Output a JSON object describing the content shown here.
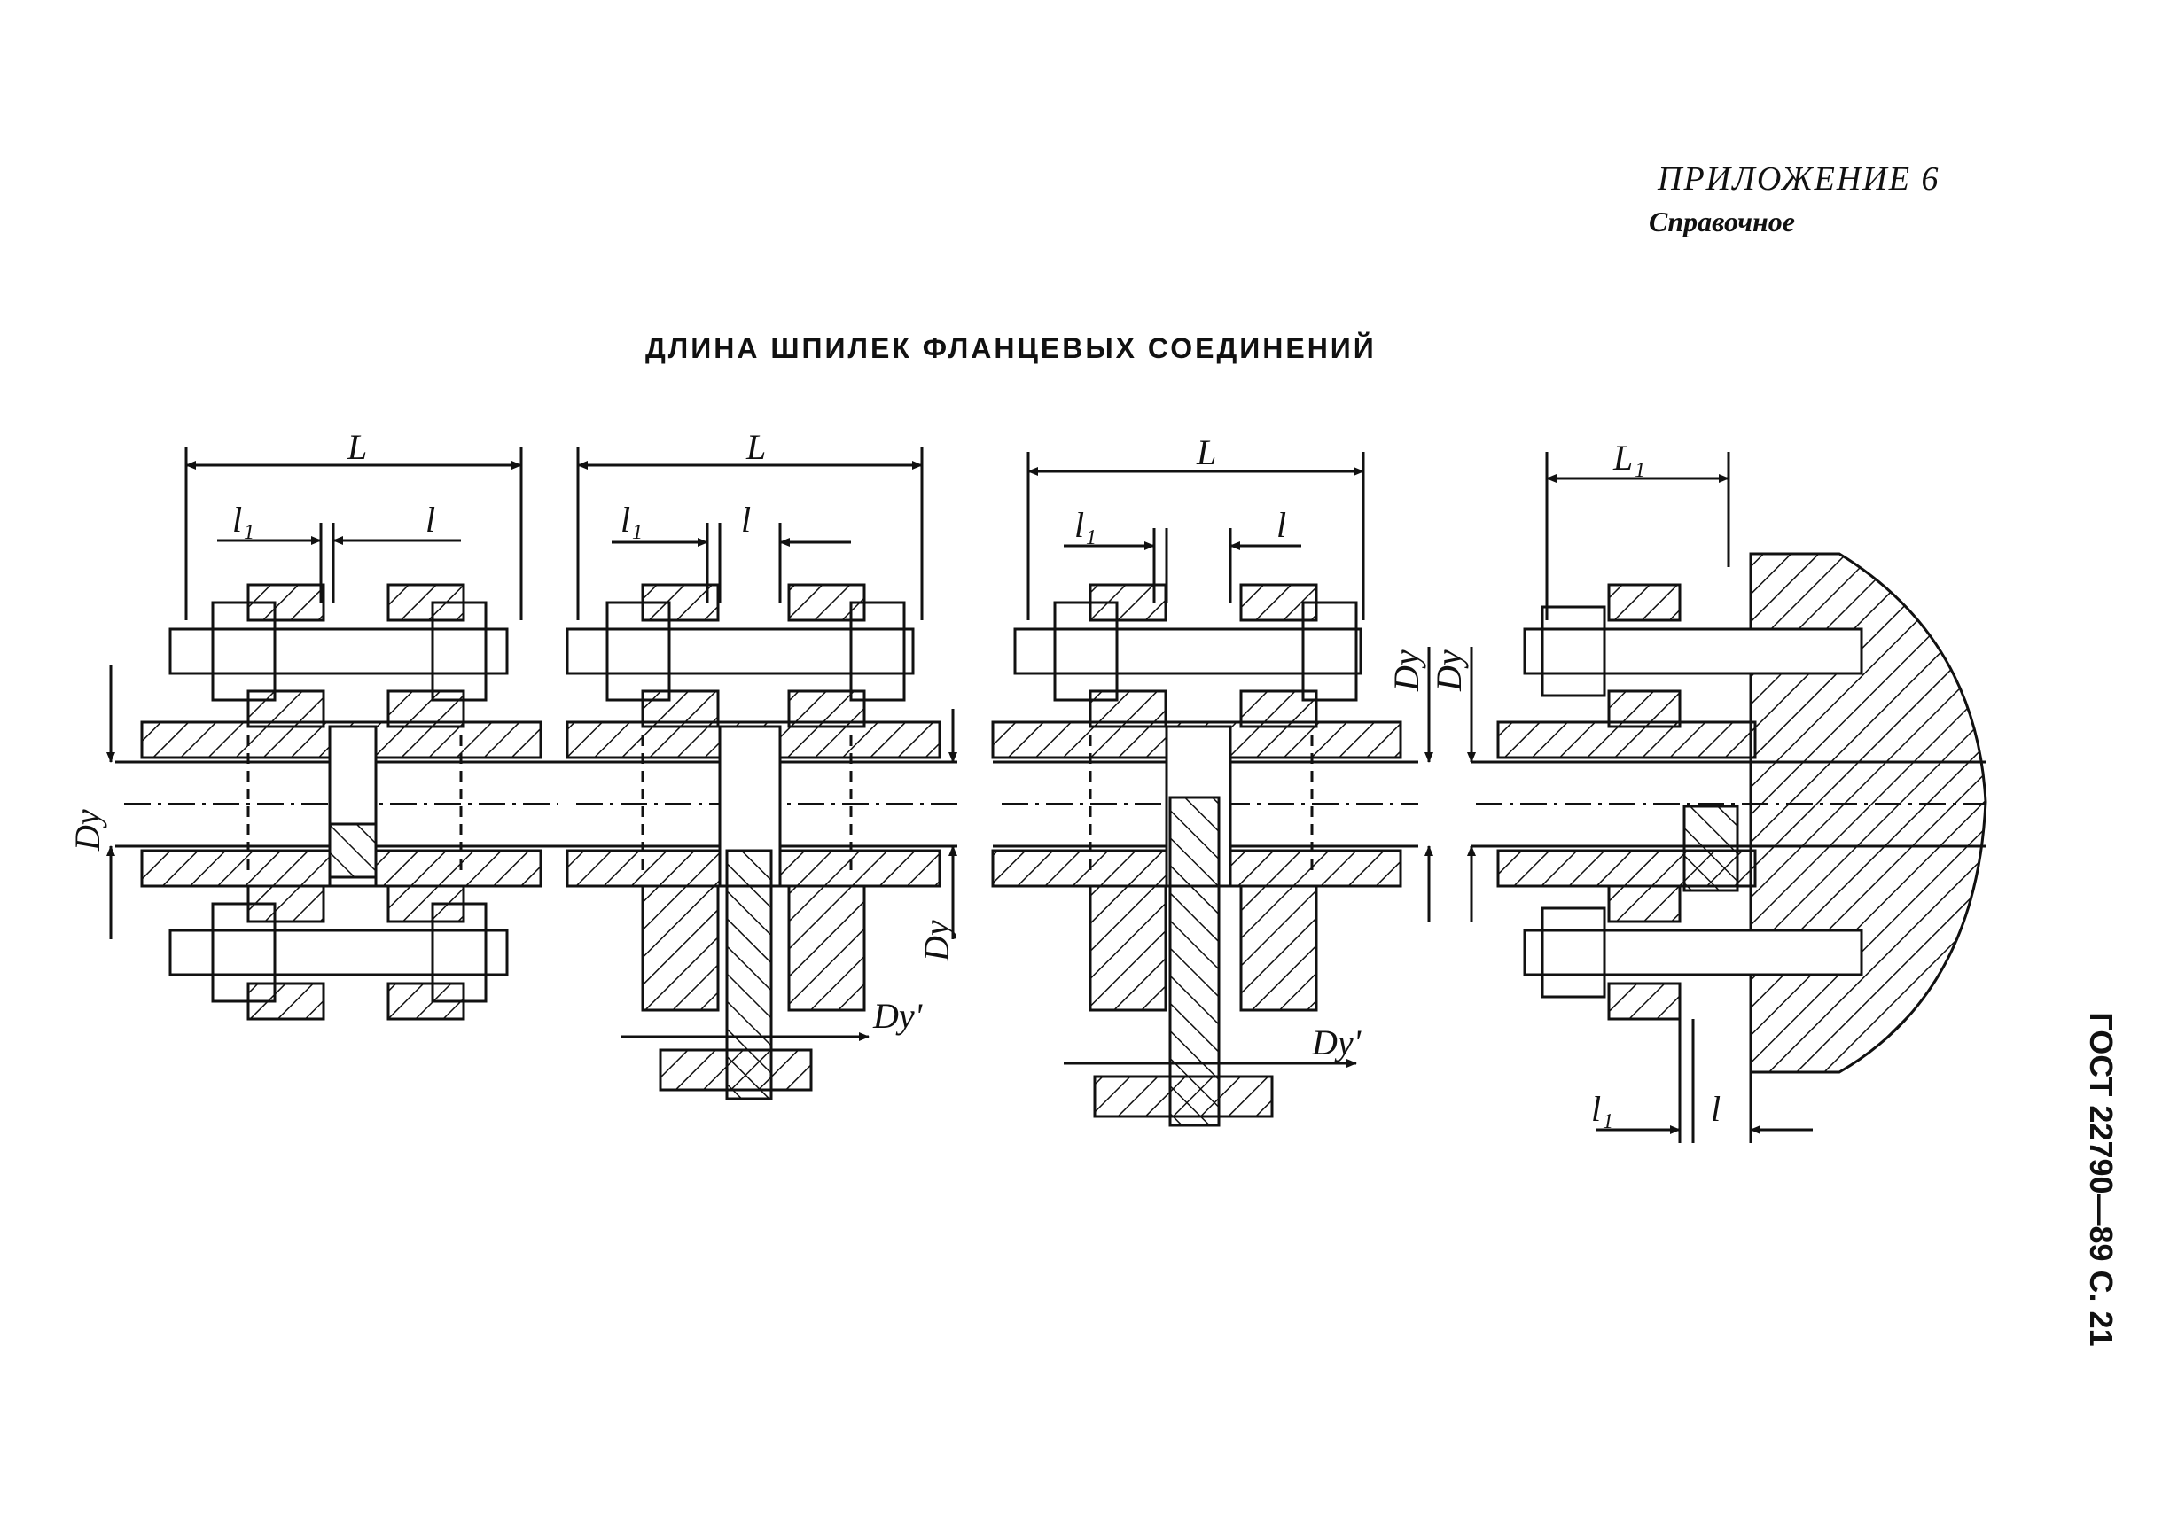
{
  "appendix": {
    "label": "ПРИЛОЖЕНИЕ 6",
    "kind": "Справочное"
  },
  "title": "ДЛИНА ШПИЛЕК ФЛАНЦЕВЫХ СОЕДИНЕНИЙ",
  "side_code": "ГОСТ 22790—89 С. 21",
  "dims": {
    "L": "L",
    "L1": "L₁",
    "l1": "l₁",
    "l": "l",
    "Dy": "Dy",
    "Dy_prime": "Dy'"
  }
}
